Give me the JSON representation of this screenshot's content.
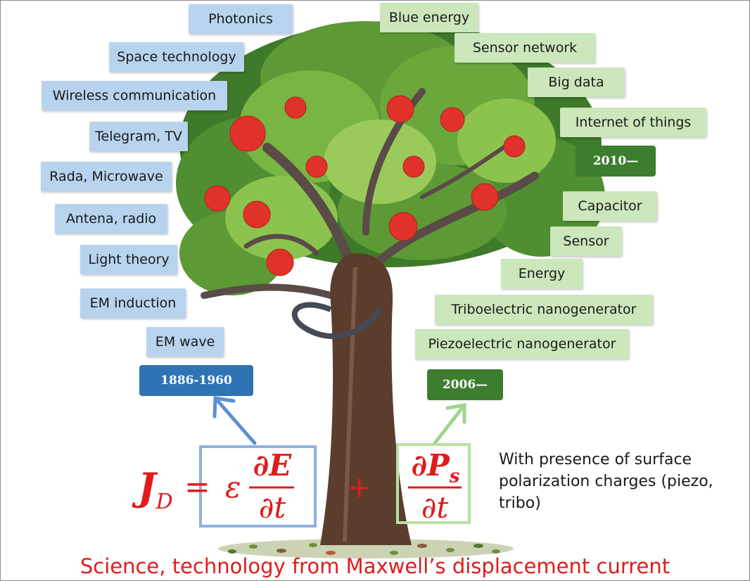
{
  "left_labels": [
    "Photonics",
    "Space technology",
    "Wireless communication",
    "Telegram, TV",
    "Rada, Microwave",
    "Antena, radio",
    "Light theory",
    "EM induction",
    "EM wave"
  ],
  "right_labels": [
    "Blue energy",
    "Sensor network",
    "Big data",
    "Internet of things",
    "Capacitor",
    "Sensor",
    "Energy",
    "Triboelectric nanogenerator",
    "Piezoelectric nanogenerator"
  ],
  "years": {
    "left": "1886-1960",
    "right_top": "2010—",
    "right_bottom": "2006—"
  },
  "equation": {
    "lhs": "J",
    "lhs_sub": "D",
    "equals": "=",
    "epsilon": "ε",
    "term1_num": "∂E",
    "term1_den": "∂t",
    "plus": "+",
    "term2_num": "∂P",
    "term2_num_sub": "s",
    "term2_den": "∂t"
  },
  "note": "With presence of surface polarization charges (piezo, tribo)",
  "caption": "Science, technology from Maxwell’s displacement current",
  "colors": {
    "blue_label": "#b8d3ee",
    "green_label": "#cbe7bb",
    "year_blue": "#2e74b5",
    "year_green": "#3d7d2e",
    "equation": "#e01b1b",
    "left_arrow": "#5b8fd6",
    "right_arrow": "#9fd48c"
  }
}
